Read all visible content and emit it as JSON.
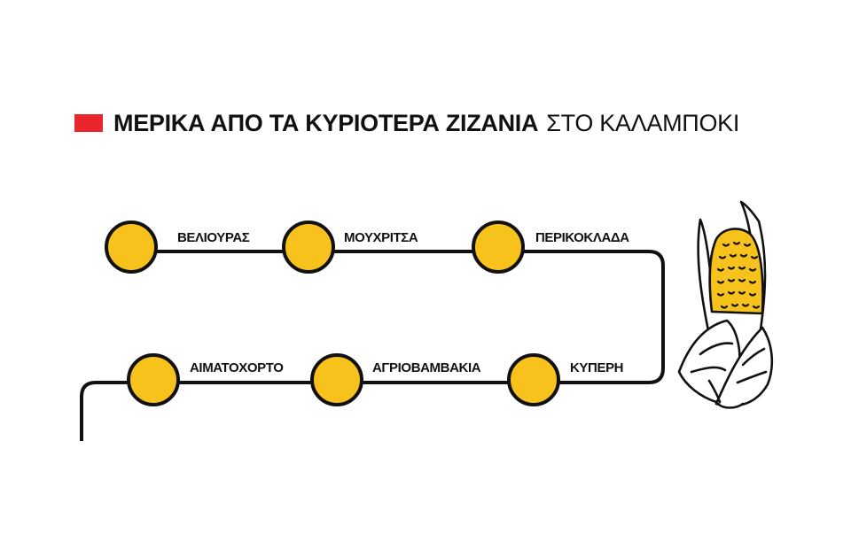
{
  "header": {
    "title_bold": "ΜΕΡΙΚΑ ΑΠΟ ΤΑ ΚΥΡΙΟΤΕΡΑ ΖΙΖΑΝΙΑ",
    "title_light": "ΣΤΟ ΚΑΛΑΜΠΟΚΙ",
    "marker_color": "#e8262b"
  },
  "diagram": {
    "row1": [
      "ΒΕΛΙΟΥΡΑΣ",
      "ΜΟΥΧΡΙΤΣΑ",
      "ΠΕΡΙΚΟΚΛΑΔΑ"
    ],
    "row2": [
      "ΑΙΜΑΤΟΧΟΡΤΟ",
      "ΑΓΡΙΟΒΑΜΒΑΚΙΑ",
      "ΚΥΠΕΡΗ"
    ],
    "node_color": "#f8c21c",
    "line_color": "#111111",
    "icon": "corn-cob-icon"
  }
}
